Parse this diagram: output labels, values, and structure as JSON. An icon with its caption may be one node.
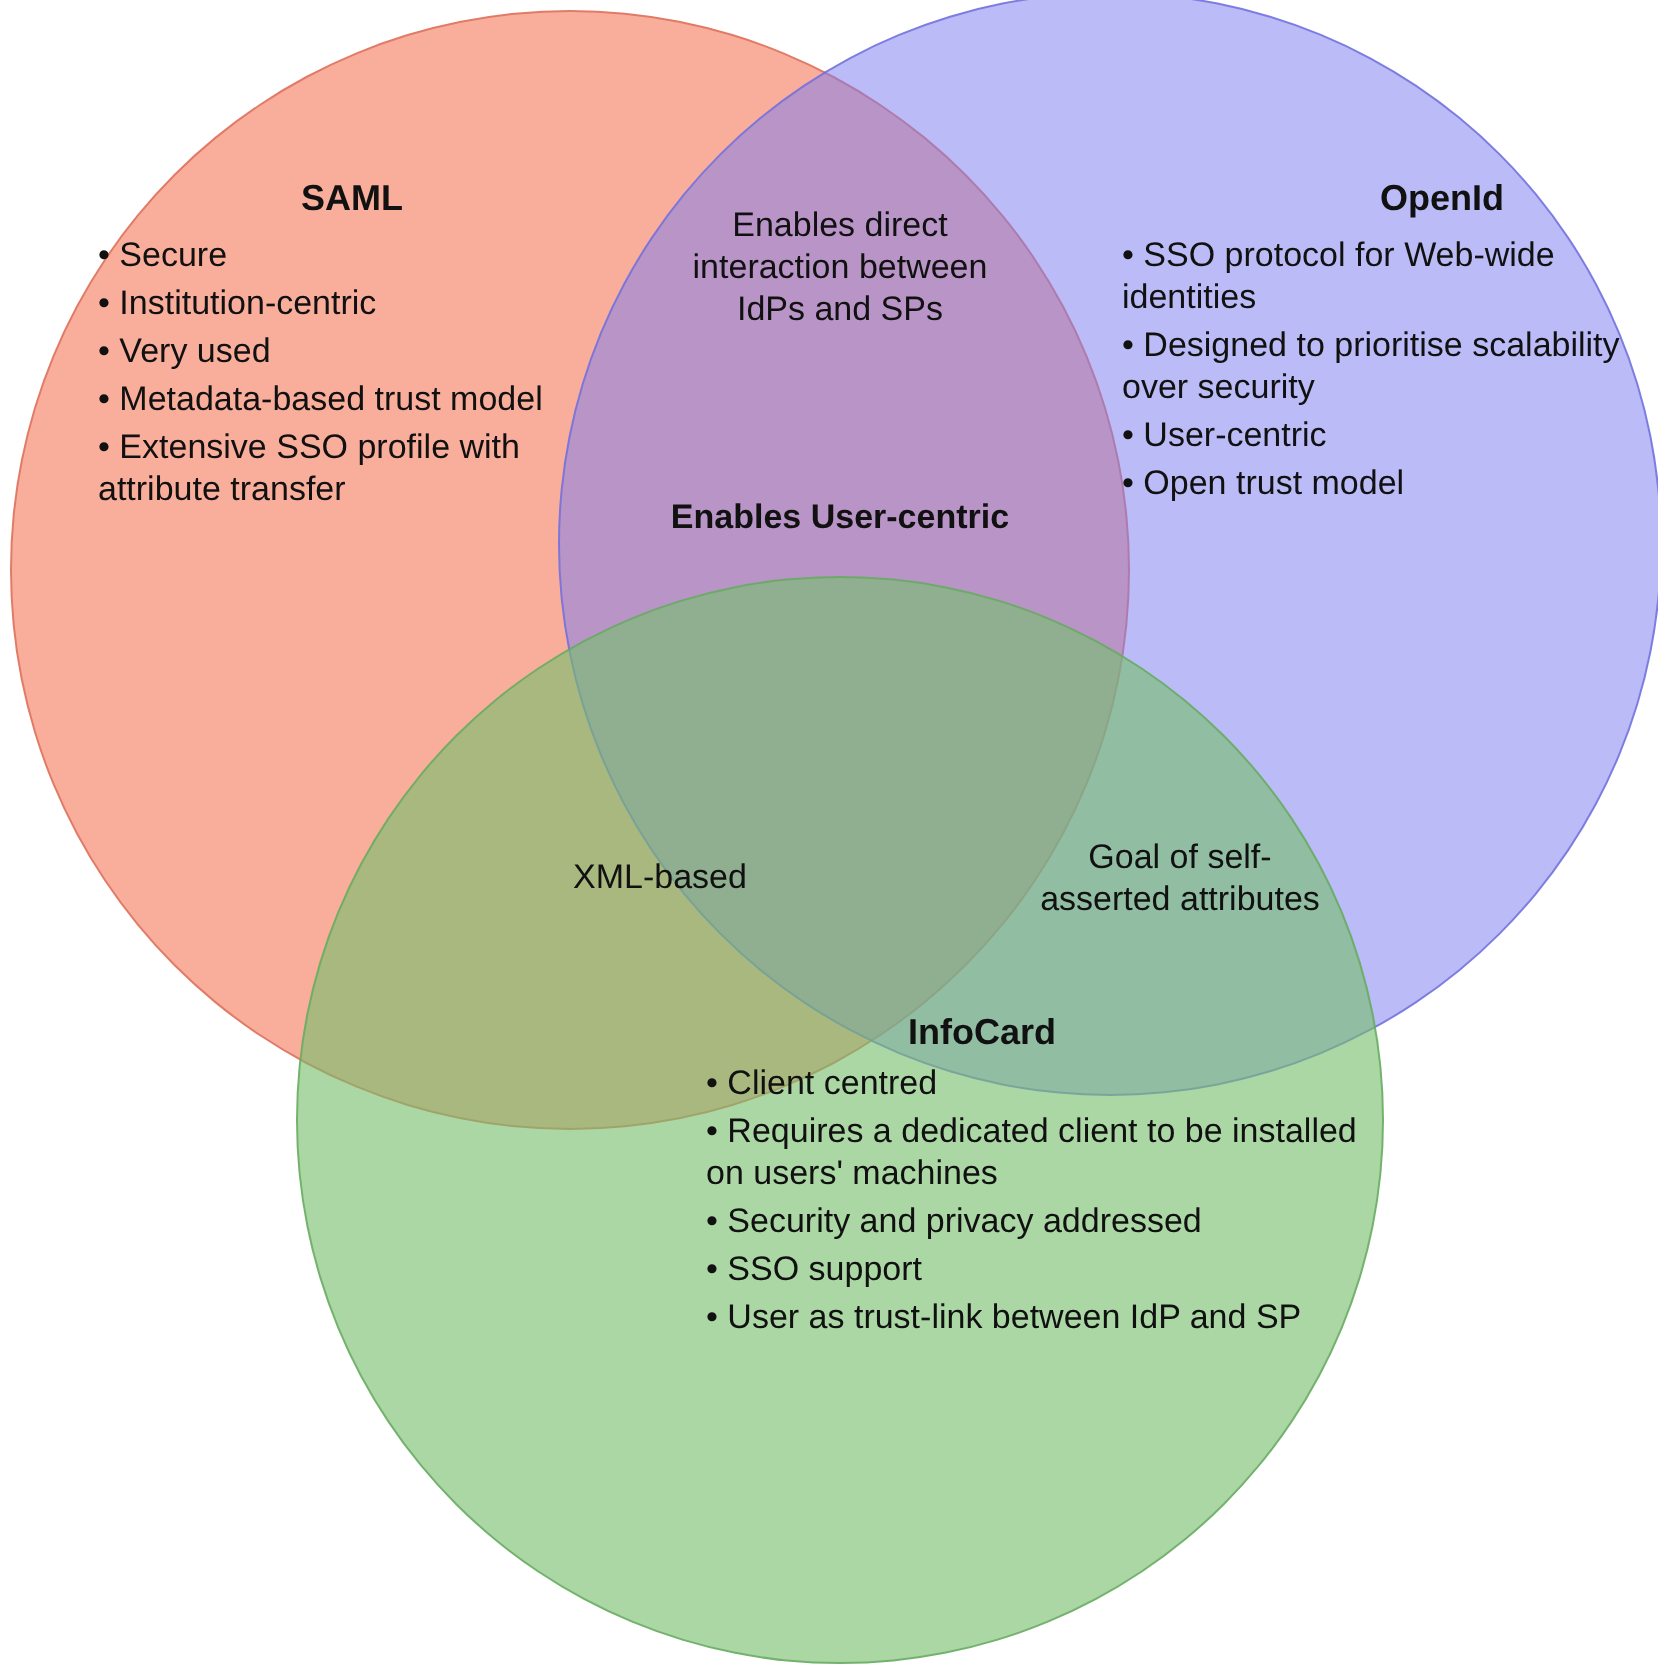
{
  "diagram": {
    "nodes": [
      {
        "text": [
          "SAML",
          "• Secure",
          "• Institution-centric",
          "• Very used",
          "• Metadata-based trust model",
          "• Extensive SSO profile with attribute transfer"
        ]
      },
      {
        "text": [
          "OpenId",
          "• SSO protocol for Web-wide identities",
          "• Designed to prioritise scalability over security",
          "• User-centric",
          "• Open trust model"
        ]
      },
      {
        "text": [
          "InfoCard",
          "• Client centred",
          "• Requires a dedicated client to be installed on users' machines",
          "• Security and privacy addressed",
          "• SSO support",
          "• User as trust-link between IdP and SP"
        ]
      }
    ],
    "labels": [
      "Enables direct interaction between IdPs and SPs",
      "Enables User-centric",
      "XML-based",
      "Goal of self-asserted attributes"
    ]
  }
}
